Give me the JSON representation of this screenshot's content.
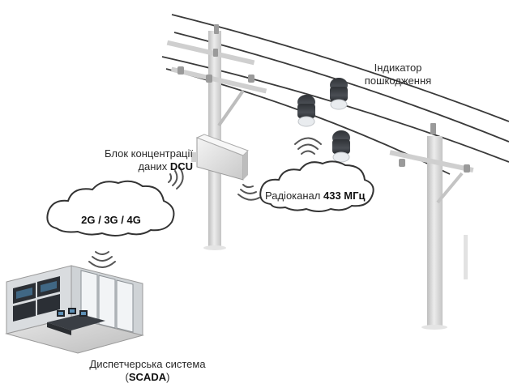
{
  "labels": {
    "fault_indicator_line1": "Індикатор",
    "fault_indicator_line2": "пошкодження",
    "dcu_line1": "Блок концентрації",
    "dcu_line2_prefix": "даних ",
    "dcu_line2_bold": "DCU",
    "radio_prefix": "Радіоканал ",
    "radio_bold": "433 МГц",
    "cellular": "2G / 3G / 4G",
    "scada_line1": "Диспетчерська система",
    "scada_open": "(",
    "scada_bold": "SCADA",
    "scada_close": ")"
  },
  "colors": {
    "pole": "#d8d8d8",
    "pole_shadow": "#b9b9b9",
    "wire": "#3a3a3a",
    "indicator_dark": "#3c3f44",
    "indicator_light": "#e9ecef",
    "cloud_stroke": "#333333",
    "wave": "#555555"
  }
}
